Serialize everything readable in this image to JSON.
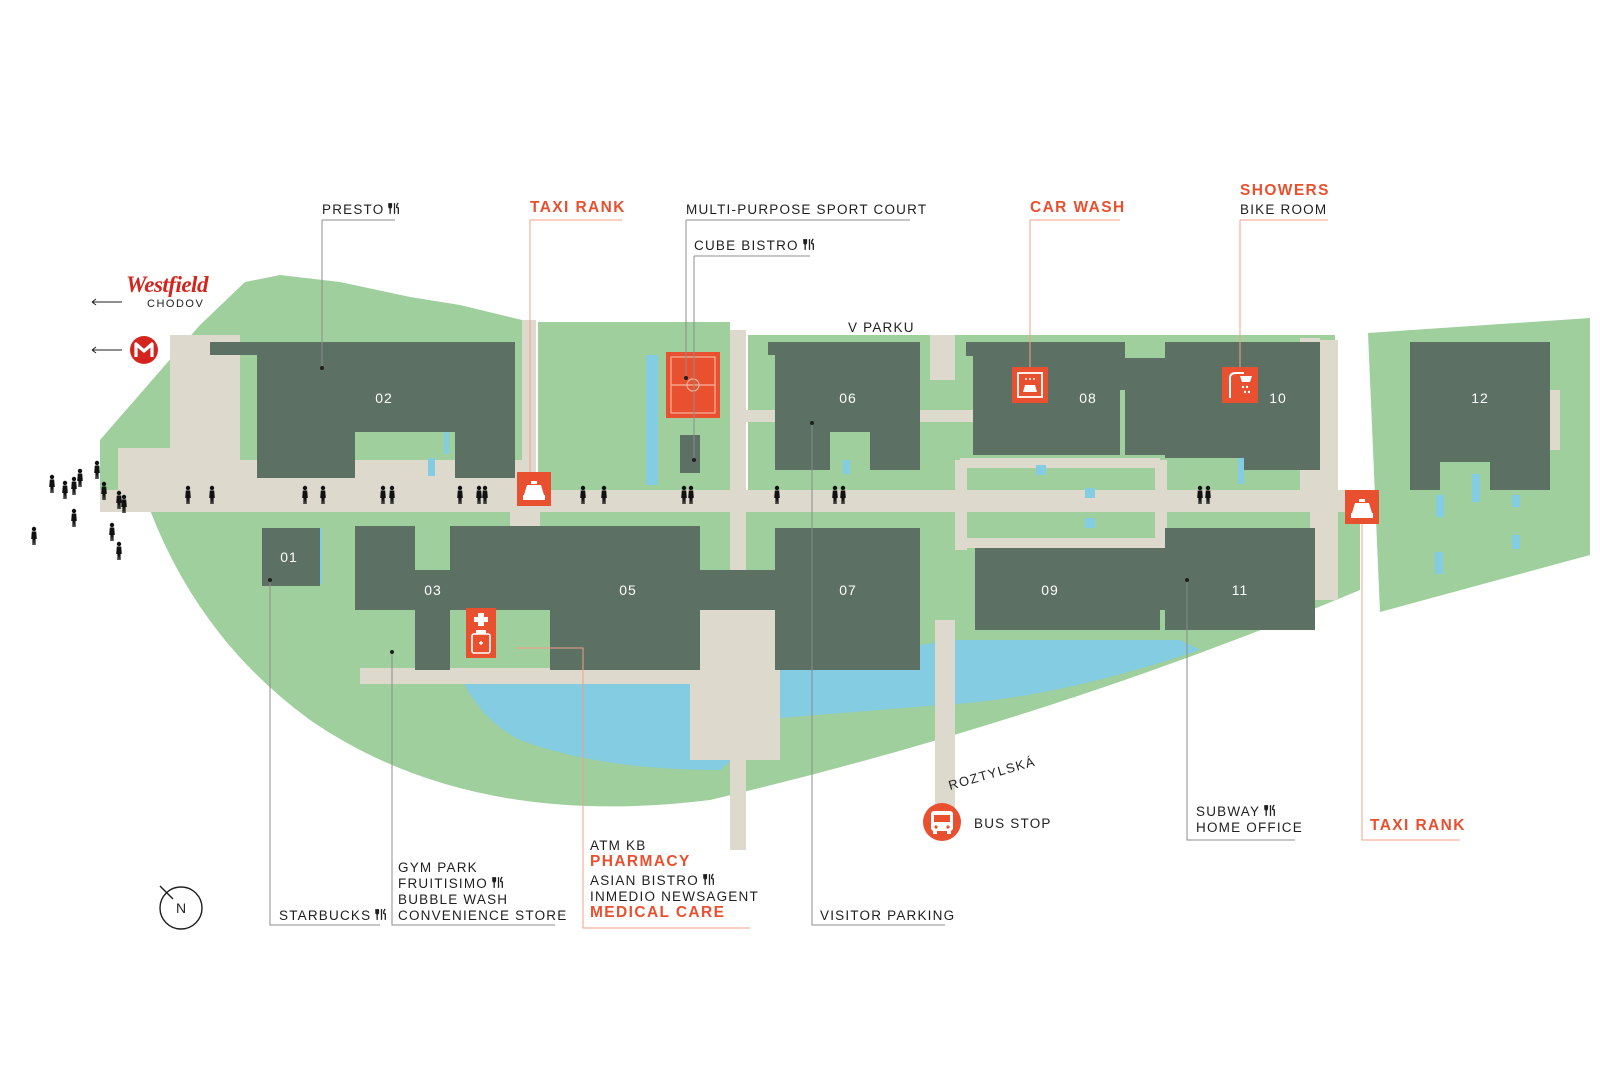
{
  "title": "",
  "colors": {
    "building": "#5c7063",
    "park": "#9ecf9c",
    "path": "#ddd9cd",
    "water": "#84cce1",
    "accent": "#e8502f",
    "leader_line": "#8c8c8c"
  },
  "logos": {
    "westfield": "Westfield",
    "westfield_sub": "CHODOV",
    "metro": "M"
  },
  "compass": {
    "label": "N"
  },
  "buildings": {
    "b01": "01",
    "b02": "02",
    "b03": "03",
    "b05": "05",
    "b06": "06",
    "b07": "07",
    "b08": "08",
    "b09": "09",
    "b10": "10",
    "b11": "11",
    "b12": "12"
  },
  "streets": {
    "v_parku": "V PARKU",
    "roztylska": "ROZTYLSKÁ"
  },
  "labels": {
    "presto": "PRESTO",
    "taxi_rank_top": "TAXI RANK",
    "sport_court": "MULTI-PURPOSE SPORT COURT",
    "cube_bistro": "CUBE BISTRO",
    "car_wash": "CAR WASH",
    "showers": "SHOWERS",
    "bike_room": "BIKE ROOM",
    "bus_stop": "BUS STOP",
    "subway": "SUBWAY",
    "home_office": "HOME OFFICE",
    "taxi_rank_right": "TAXI RANK",
    "gym_park": "GYM PARK",
    "fruitisimo": "FRUITISIMO",
    "bubble_wash": "BUBBLE WASH",
    "convenience_store": "CONVENIENCE STORE",
    "starbucks": "STARBUCKS",
    "atm_kb": "ATM KB",
    "pharmacy": "PHARMACY",
    "asian_bistro": "ASIAN BISTRO",
    "inmedio": "INMEDIO NEWSAGENT",
    "medical_care": "MEDICAL CARE",
    "visitor_parking": "VISITOR PARKING"
  },
  "icons": [
    "restaurant-icon",
    "taxi-icon",
    "car-wash-icon",
    "shower-icon",
    "pharmacy-icon",
    "bus-icon",
    "metro-icon",
    "compass-icon",
    "pedestrian-icon"
  ]
}
